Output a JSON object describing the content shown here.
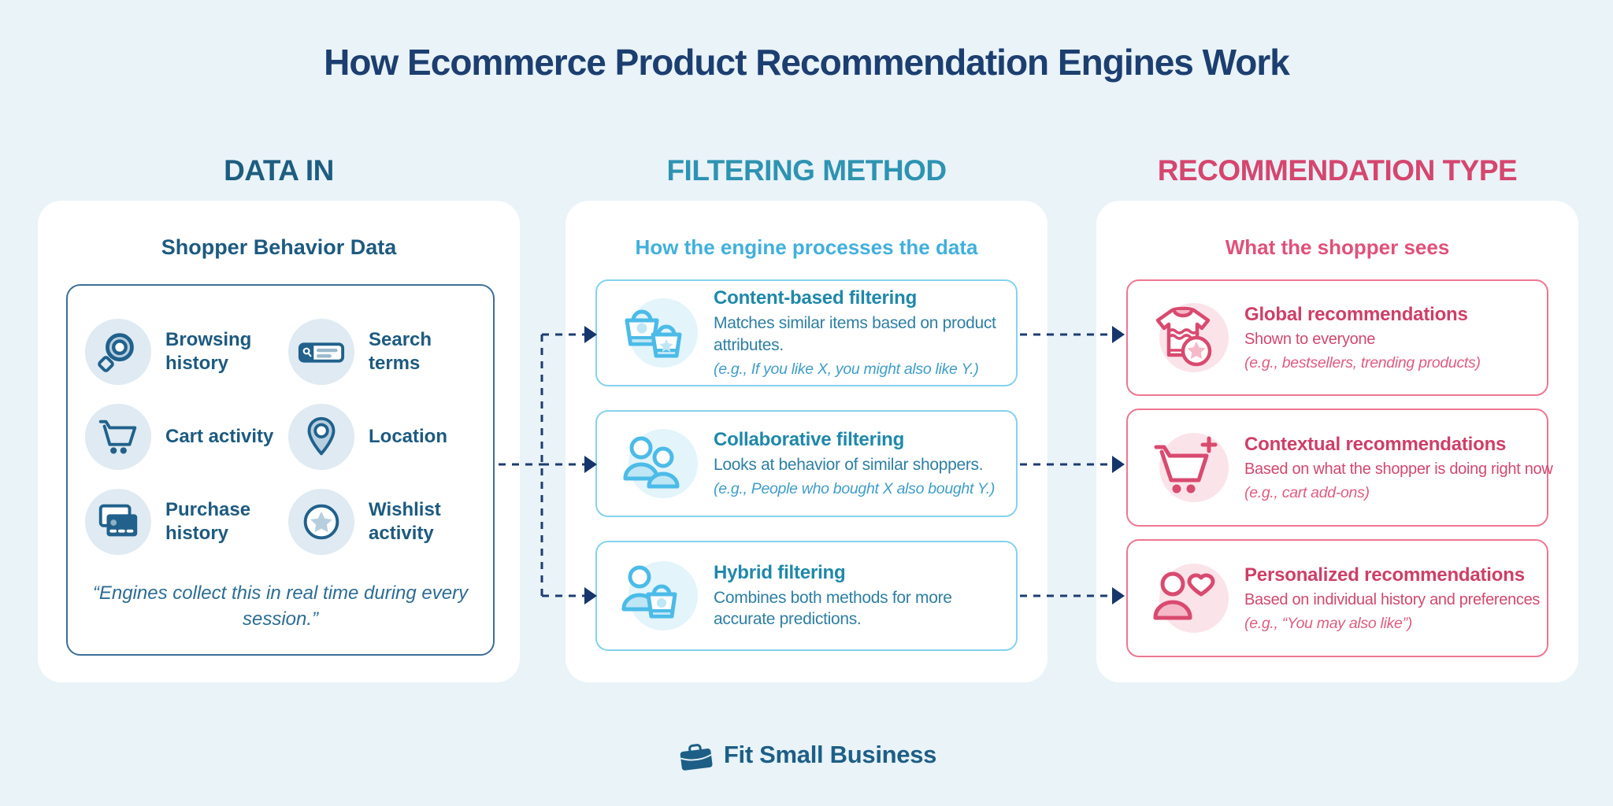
{
  "title": "How Ecommerce Product Recommendation Engines Work",
  "columns": {
    "data_in": {
      "header": "DATA IN",
      "subtitle": "Shopper Behavior Data",
      "items": [
        {
          "label": "Browsing history",
          "icon": "magnifier-icon"
        },
        {
          "label": "Search terms",
          "icon": "search-bar-icon"
        },
        {
          "label": "Cart activity",
          "icon": "cart-icon"
        },
        {
          "label": "Location",
          "icon": "location-pin-icon"
        },
        {
          "label": "Purchase history",
          "icon": "credit-cards-icon"
        },
        {
          "label": "Wishlist activity",
          "icon": "star-badge-icon"
        }
      ],
      "quote": "“Engines collect this in real time during every session.”"
    },
    "filtering_method": {
      "header": "FILTERING METHOD",
      "subtitle": "How the engine processes the data",
      "cards": [
        {
          "title": "Content-based filtering",
          "description": "Matches similar items based on product attributes.",
          "example": "(e.g., If you like X, you might also like Y.)",
          "icon": "shopping-bags-icon"
        },
        {
          "title": "Collaborative filtering",
          "description": "Looks at behavior of similar shoppers.",
          "example": "(e.g., People who bought X also bought Y.)",
          "icon": "two-shoppers-icon"
        },
        {
          "title": "Hybrid filtering",
          "description": "Combines both methods for more accurate predictions.",
          "icon": "person-with-bag-icon"
        }
      ]
    },
    "recommendation_type": {
      "header": "RECOMMENDATION TYPE",
      "subtitle": "What the shopper sees",
      "cards": [
        {
          "title": "Global recommendations",
          "description": "Shown to everyone",
          "example": "(e.g., bestsellers, trending products)",
          "icon": "sweater-star-icon"
        },
        {
          "title": "Contextual recommendations",
          "description": "Based on what the shopper is doing right now",
          "example": "(e.g., cart add-ons)",
          "icon": "cart-plus-icon"
        },
        {
          "title": "Personalized recommendations",
          "description": "Based on individual history and preferences",
          "example": "(e.g., “You may also like”)",
          "icon": "person-heart-icon"
        }
      ]
    }
  },
  "footer": {
    "brand": "Fit Small Business",
    "icon": "briefcase-icon"
  },
  "colors": {
    "background": "#e9f3f8",
    "title_navy": "#1c3e70",
    "data_in_accent": "#1d5d80",
    "filtering_accent": "#2e93b2",
    "filtering_subtitle": "#41b0dc",
    "recommendation_accent": "#d5466f",
    "card_blue_border": "#85d2ee",
    "card_pink_border": "#ee7792",
    "blue_icon_stroke": "#4cbbe8",
    "pink_icon_stroke": "#d94a6f",
    "arrow_navy": "#1e3c6f",
    "footer_blue": "#1d5e86"
  }
}
